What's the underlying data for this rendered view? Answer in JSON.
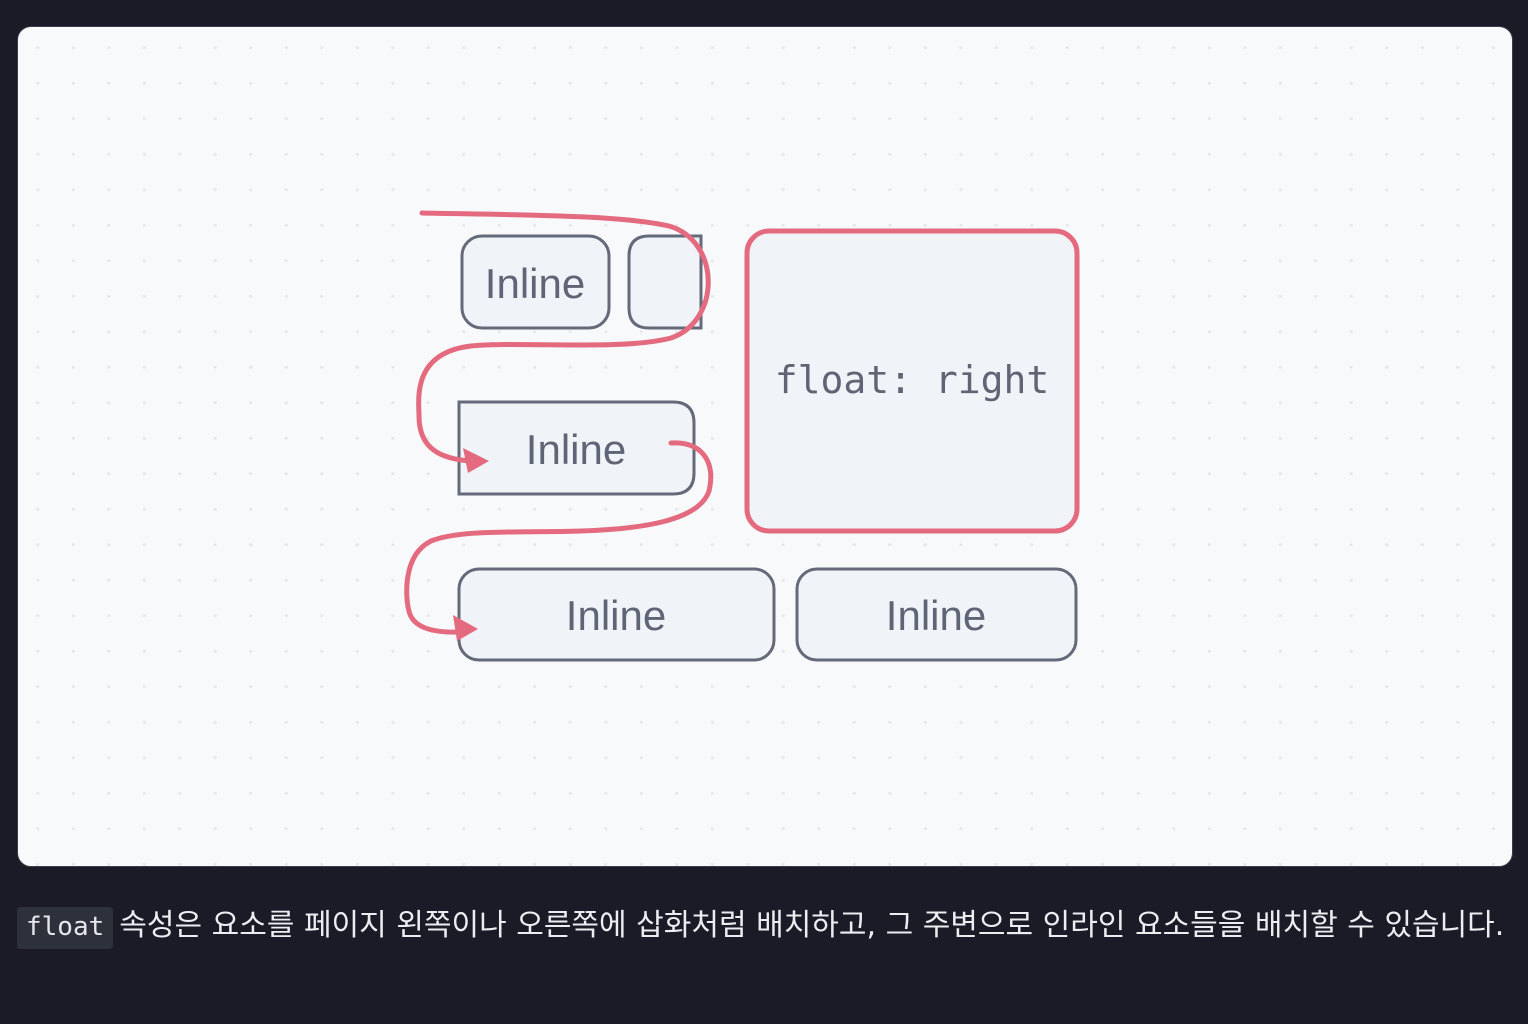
{
  "diagram": {
    "inline_boxes": [
      {
        "id": "line1-inline",
        "label": "Inline"
      },
      {
        "id": "line1-fragment",
        "label": ""
      },
      {
        "id": "line2-inline",
        "label": "Inline"
      },
      {
        "id": "line3-inline-left",
        "label": "Inline"
      },
      {
        "id": "line3-inline-right",
        "label": "Inline"
      }
    ],
    "float_box": {
      "label": "float: right"
    },
    "colors": {
      "background": "#1a1b26",
      "card": "#f8f9fb",
      "box_fill": "#f0f3f8",
      "box_stroke": "#646a79",
      "accent": "#e46b7f",
      "text": "#5f6575"
    }
  },
  "caption": {
    "code": "float",
    "text": "속성은 요소를 페이지 왼쪽이나 오른쪽에 삽화처럼 배치하고, 그 주변으로 인라인 요소들을 배치할 수 있습니다."
  }
}
